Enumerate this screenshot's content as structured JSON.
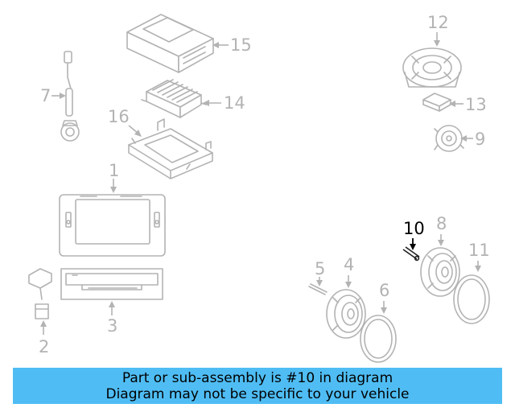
{
  "callouts": {
    "c1": "1",
    "c2": "2",
    "c3": "3",
    "c4": "4",
    "c5": "5",
    "c6": "6",
    "c7": "7",
    "c8": "8",
    "c9": "9",
    "c10": "10",
    "c11": "11",
    "c12": "12",
    "c13": "13",
    "c14": "14",
    "c15": "15",
    "c16": "16"
  },
  "highlighted_part": "10",
  "colors": {
    "part_line": "#b3b3b3",
    "highlight": "#000000",
    "banner": "#4fbdf4"
  },
  "banner": {
    "line1": "Part or sub-assembly is #10 in diagram",
    "line2": "Diagram may not be specific to your vehicle"
  }
}
